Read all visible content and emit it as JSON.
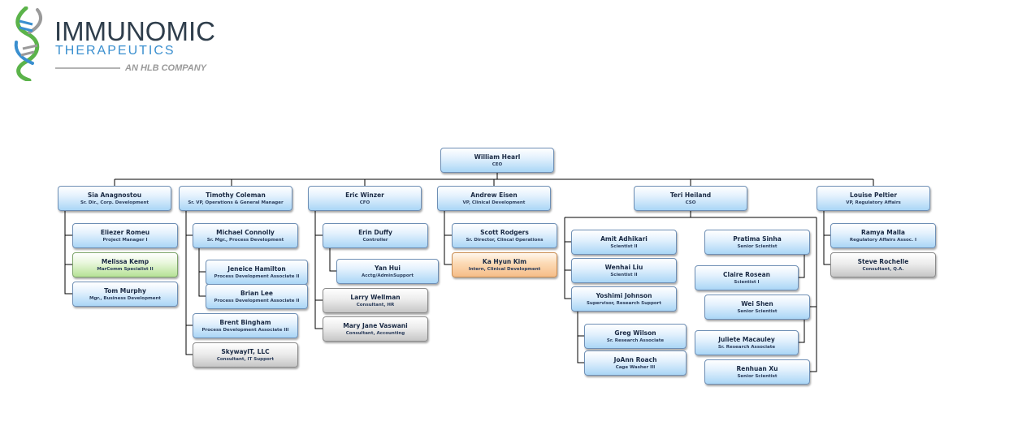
{
  "logo": {
    "name": "IMMUNOMIC",
    "sub": "THERAPEUTICS",
    "tagline": "AN HLB COMPANY",
    "colors": {
      "text": "#2f3e4c",
      "green": "#5bb34a",
      "blue": "#3a8fcf",
      "gray": "#9a9a9a"
    }
  },
  "colors": {
    "line": "#000000",
    "blue": "#aad6f6",
    "green": "#b6e296",
    "gray": "#c6c6c6",
    "orange": "#f6bd88"
  },
  "people": [
    {
      "name": "William Hearl",
      "title": "CEO",
      "style": "blue"
    },
    {
      "name": "Sia Anagnostou",
      "title": "Sr. Dir., Corp. Development",
      "style": "blue"
    },
    {
      "name": "Timothy Coleman",
      "title": "Sr. VP, Operations & General Manager",
      "style": "blue"
    },
    {
      "name": "Eric Winzer",
      "title": "CFO",
      "style": "blue"
    },
    {
      "name": "Andrew Eisen",
      "title": "VP, Clinical Development",
      "style": "blue"
    },
    {
      "name": "Teri Heiland",
      "title": "CSO",
      "style": "blue"
    },
    {
      "name": "Louise Peltier",
      "title": "VP, Regulatory Affairs",
      "style": "blue"
    },
    {
      "name": "Eliezer Romeu",
      "title": "Project Manager I",
      "style": "blue"
    },
    {
      "name": "Melissa Kemp",
      "title": "MarComm Specialist II",
      "style": "green"
    },
    {
      "name": "Tom Murphy",
      "title": "Mgr., Business Development",
      "style": "blue"
    },
    {
      "name": "Michael Connolly",
      "title": "Sr. Mgr., Process Development",
      "style": "blue"
    },
    {
      "name": "Jeneice Hamilton",
      "title": "Process Development Associate II",
      "style": "blue"
    },
    {
      "name": "Brian Lee",
      "title": "Process Development Associate II",
      "style": "blue"
    },
    {
      "name": "Brent Bingham",
      "title": "Process Development Associate III",
      "style": "blue"
    },
    {
      "name": "SkywayIT, LLC",
      "title": "Consultant, IT Support",
      "style": "gray"
    },
    {
      "name": "Erin Duffy",
      "title": "Controller",
      "style": "blue"
    },
    {
      "name": "Yan Hui",
      "title": "Acctg/AdminSupport",
      "style": "blue"
    },
    {
      "name": "Larry Wellman",
      "title": "Consultant, HR",
      "style": "gray"
    },
    {
      "name": "Mary Jane Vaswani",
      "title": "Consultant, Accounting",
      "style": "gray"
    },
    {
      "name": "Scott Rodgers",
      "title": "Sr. Director, Clincal Operations",
      "style": "blue"
    },
    {
      "name": "Ka Hyun Kim",
      "title": "Intern, Clinical Development",
      "style": "orange"
    },
    {
      "name": "Amit Adhikari",
      "title": "Scientist II",
      "style": "blue"
    },
    {
      "name": "Wenhai Liu",
      "title": "Scientist II",
      "style": "blue"
    },
    {
      "name": "Yoshimi Johnson",
      "title": "Supervisor, Research Support",
      "style": "blue"
    },
    {
      "name": "Greg Wilson",
      "title": "Sr. Research Associate",
      "style": "blue"
    },
    {
      "name": "JoAnn Roach",
      "title": "Cage Washer III",
      "style": "blue"
    },
    {
      "name": "Pratima Sinha",
      "title": "Senior Scientist",
      "style": "blue"
    },
    {
      "name": "Claire Rosean",
      "title": "Scientist I",
      "style": "blue"
    },
    {
      "name": "Wei Shen",
      "title": "Senior Scientist",
      "style": "blue"
    },
    {
      "name": "Juliete Macauley",
      "title": "Sr. Research Associate",
      "style": "blue"
    },
    {
      "name": "Renhuan Xu",
      "title": "Senior Scientist",
      "style": "blue"
    },
    {
      "name": "Ramya Malla",
      "title": "Regulatory Affairs Assoc. I",
      "style": "blue"
    },
    {
      "name": "Steve Rochelle",
      "title": "Consultant, Q.A.",
      "style": "gray"
    }
  ]
}
